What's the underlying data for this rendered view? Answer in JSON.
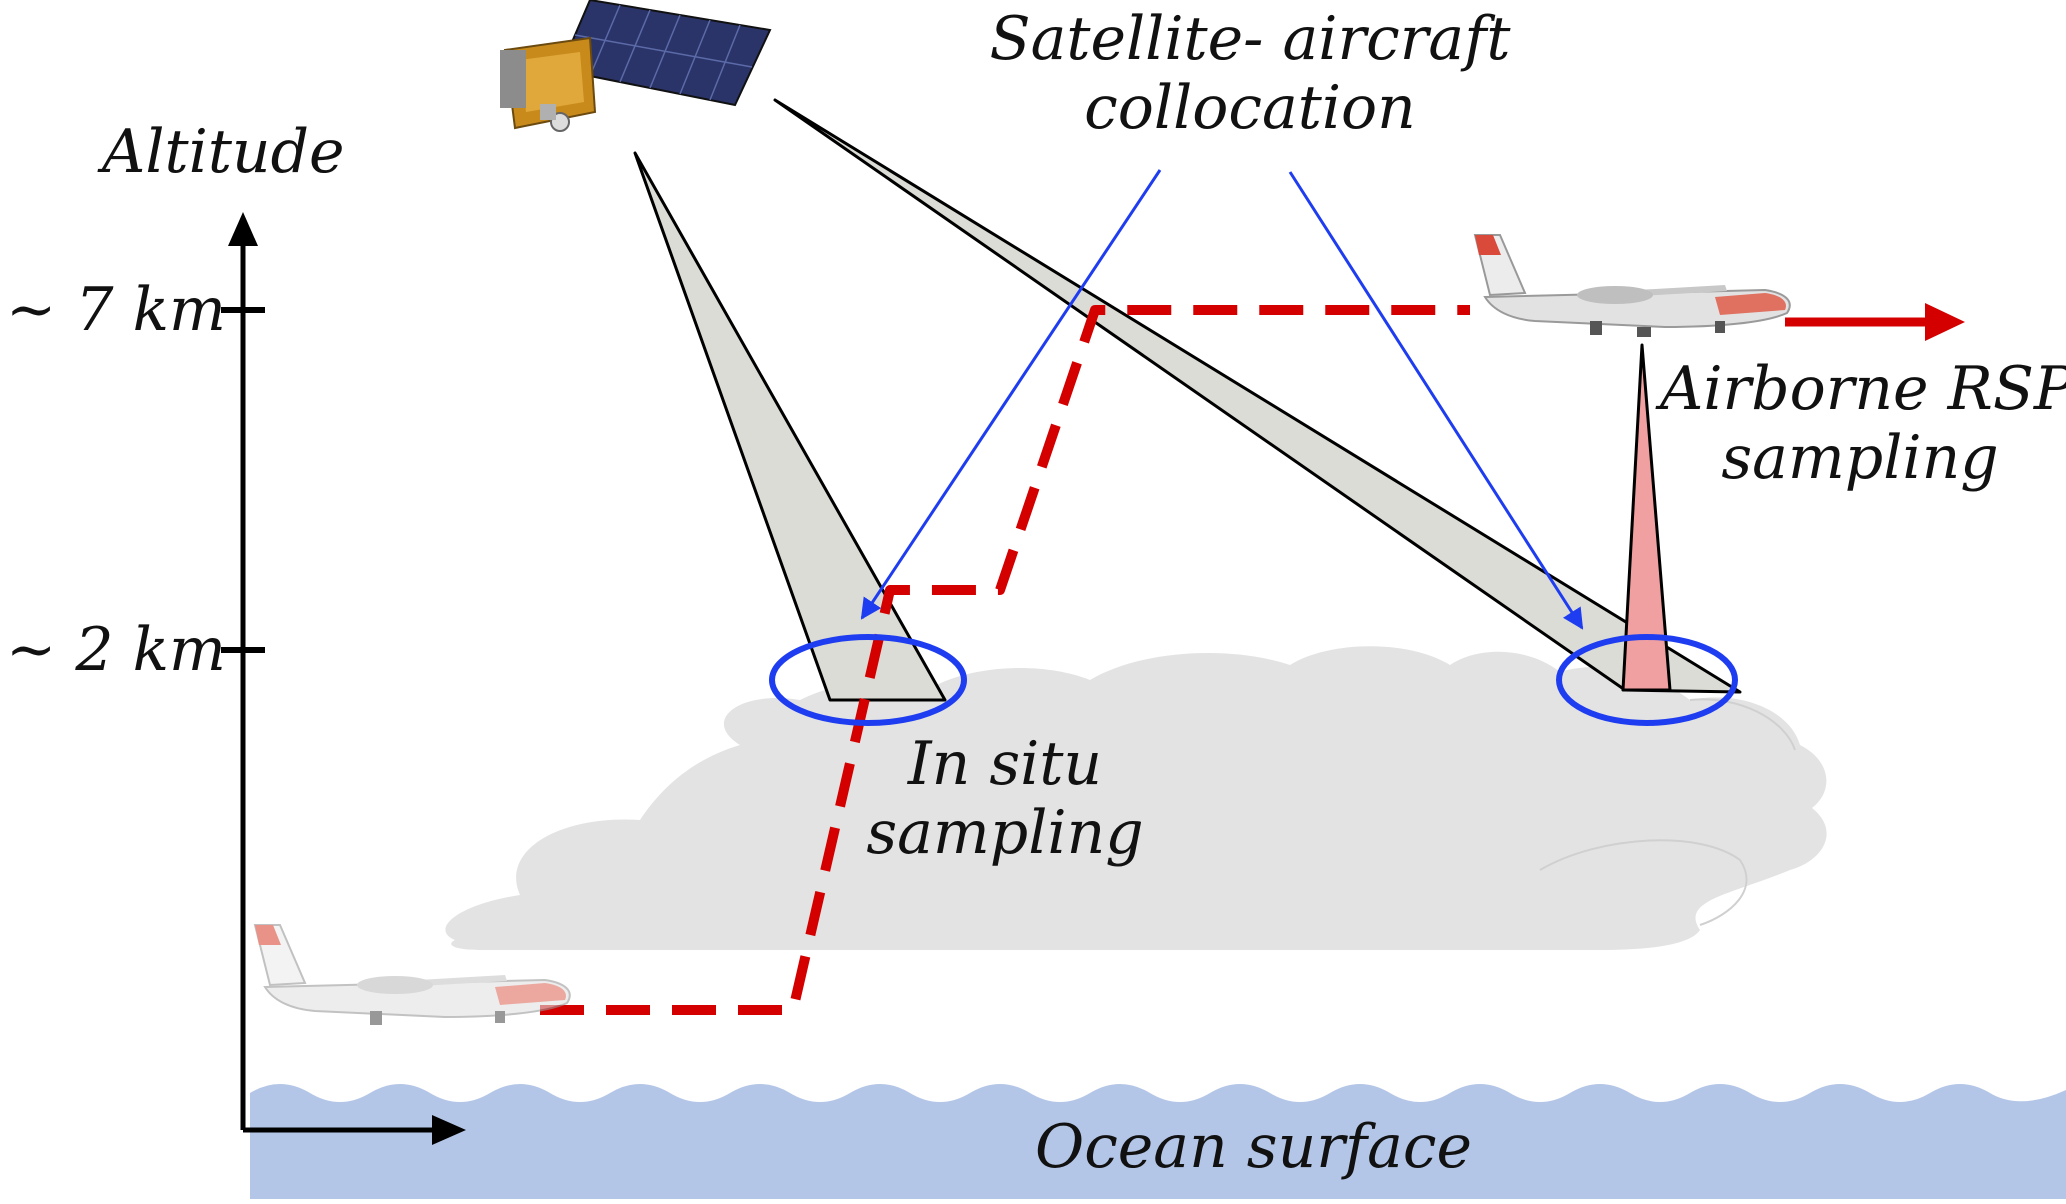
{
  "labels": {
    "altitude_axis": "Altitude",
    "tick_7km": "~ 7 km",
    "tick_2km": "~ 2 km",
    "collocation_line1": "Satellite- aircraft",
    "collocation_line2": "collocation",
    "airborne_line1": "Airborne RSP",
    "airborne_line2": "sampling",
    "insitu_line1": "In situ",
    "insitu_line2": "sampling",
    "ocean": "Ocean surface"
  },
  "colors": {
    "flight_path": "#d40000",
    "collocation_arrows": "#1f3df0",
    "sampling_ellipses": "#1f3df0",
    "satellite_beams": "#dcdcd6",
    "rsp_beam": "#f0a0a0",
    "cloud": "#e3e3e3",
    "ocean": "#b4c6e7",
    "axis": "#000000"
  },
  "icons": {
    "satellite": "satellite-icon",
    "aircraft_high": "aircraft-icon",
    "aircraft_low": "aircraft-icon"
  }
}
